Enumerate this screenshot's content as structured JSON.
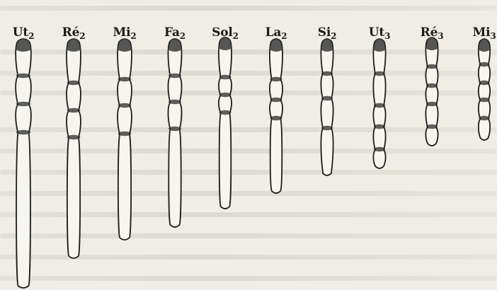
{
  "notes": [
    {
      "name": "Ut",
      "octave": "2",
      "nodes": 4
    },
    {
      "name": "Ré",
      "octave": "2",
      "nodes": 4
    },
    {
      "name": "Mi",
      "octave": "2",
      "nodes": 4
    },
    {
      "name": "Fa",
      "octave": "2",
      "nodes": 4
    },
    {
      "name": "Sol",
      "octave": "2",
      "nodes": 4
    },
    {
      "name": "La",
      "octave": "2",
      "nodes": 4
    },
    {
      "name": "Si",
      "octave": "2",
      "nodes": 4
    },
    {
      "name": "Ut",
      "octave": "3",
      "nodes": 5
    },
    {
      "name": "Ré",
      "octave": "3",
      "nodes": 5
    },
    {
      "name": "Mi",
      "octave": "3",
      "nodes": 5
    }
  ]
}
